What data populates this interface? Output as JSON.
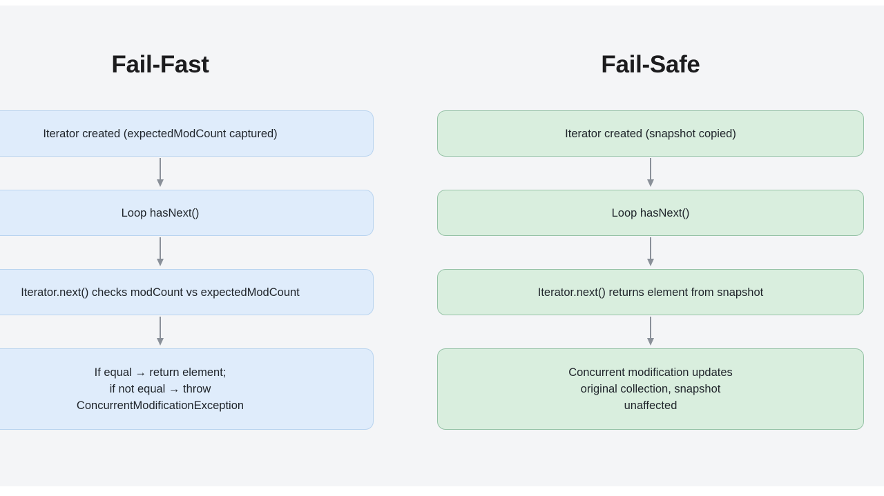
{
  "diagram": {
    "type": "flowchart-comparison",
    "background_color": "#f4f5f7",
    "columns": [
      {
        "id": "fail-fast",
        "title": "Fail-Fast",
        "accent_fill": "#dfecfb",
        "accent_border": "#b9d4ef",
        "nodes": [
          "Iterator created (expectedModCount captured)",
          "Loop hasNext()",
          "Iterator.next() checks modCount vs expectedModCount",
          "If equal → return element;\nif not equal → throw\nConcurrentModificationException"
        ]
      },
      {
        "id": "fail-safe",
        "title": "Fail-Safe",
        "accent_fill": "#d9eede",
        "accent_border": "#95c2a6",
        "nodes": [
          "Iterator created (snapshot copied)",
          "Loop hasNext()",
          "Iterator.next() returns element from snapshot",
          "Concurrent modification updates\noriginal collection, snapshot\nunaffected"
        ]
      }
    ],
    "arrow_color": "#8a9099",
    "arrow_count_per_column": 3
  }
}
